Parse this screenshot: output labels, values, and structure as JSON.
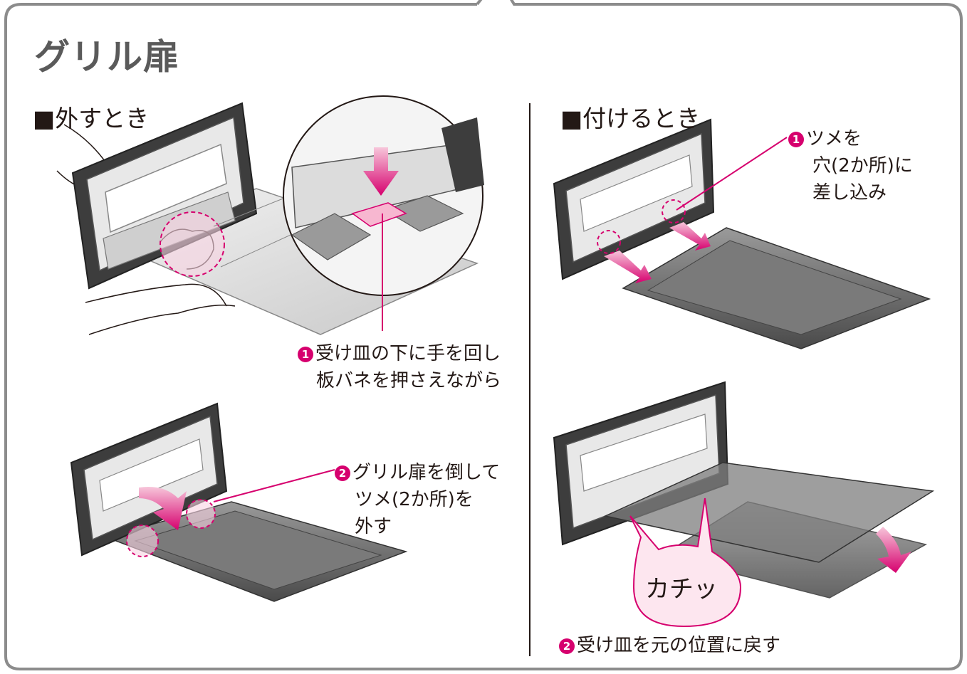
{
  "title": "グリル扉",
  "remove": {
    "heading": "■外すとき",
    "step1": {
      "number": "1",
      "line1": "受け皿の下に手を回し",
      "line2": "板バネを押さえながら"
    },
    "step2": {
      "number": "2",
      "line1": "グリル扉を倒して",
      "line2": "ツメ(2か所)を",
      "line3": "外す"
    }
  },
  "attach": {
    "heading": "■付けるとき",
    "step1": {
      "number": "1",
      "line1": "ツメを",
      "line2": "穴(2か所)に",
      "line3": "差し込み"
    },
    "step2": {
      "number": "2",
      "line1": "受け皿を元の位置に戻す"
    },
    "sound": "カチッ"
  },
  "colors": {
    "frame": "#8c8c8c",
    "accent": "#d6006e",
    "highlight": "#f4b6d0",
    "text": "#231815",
    "title": "#5a5a5a",
    "tray": "#6b6b6b",
    "door": "#3d3d3d"
  }
}
